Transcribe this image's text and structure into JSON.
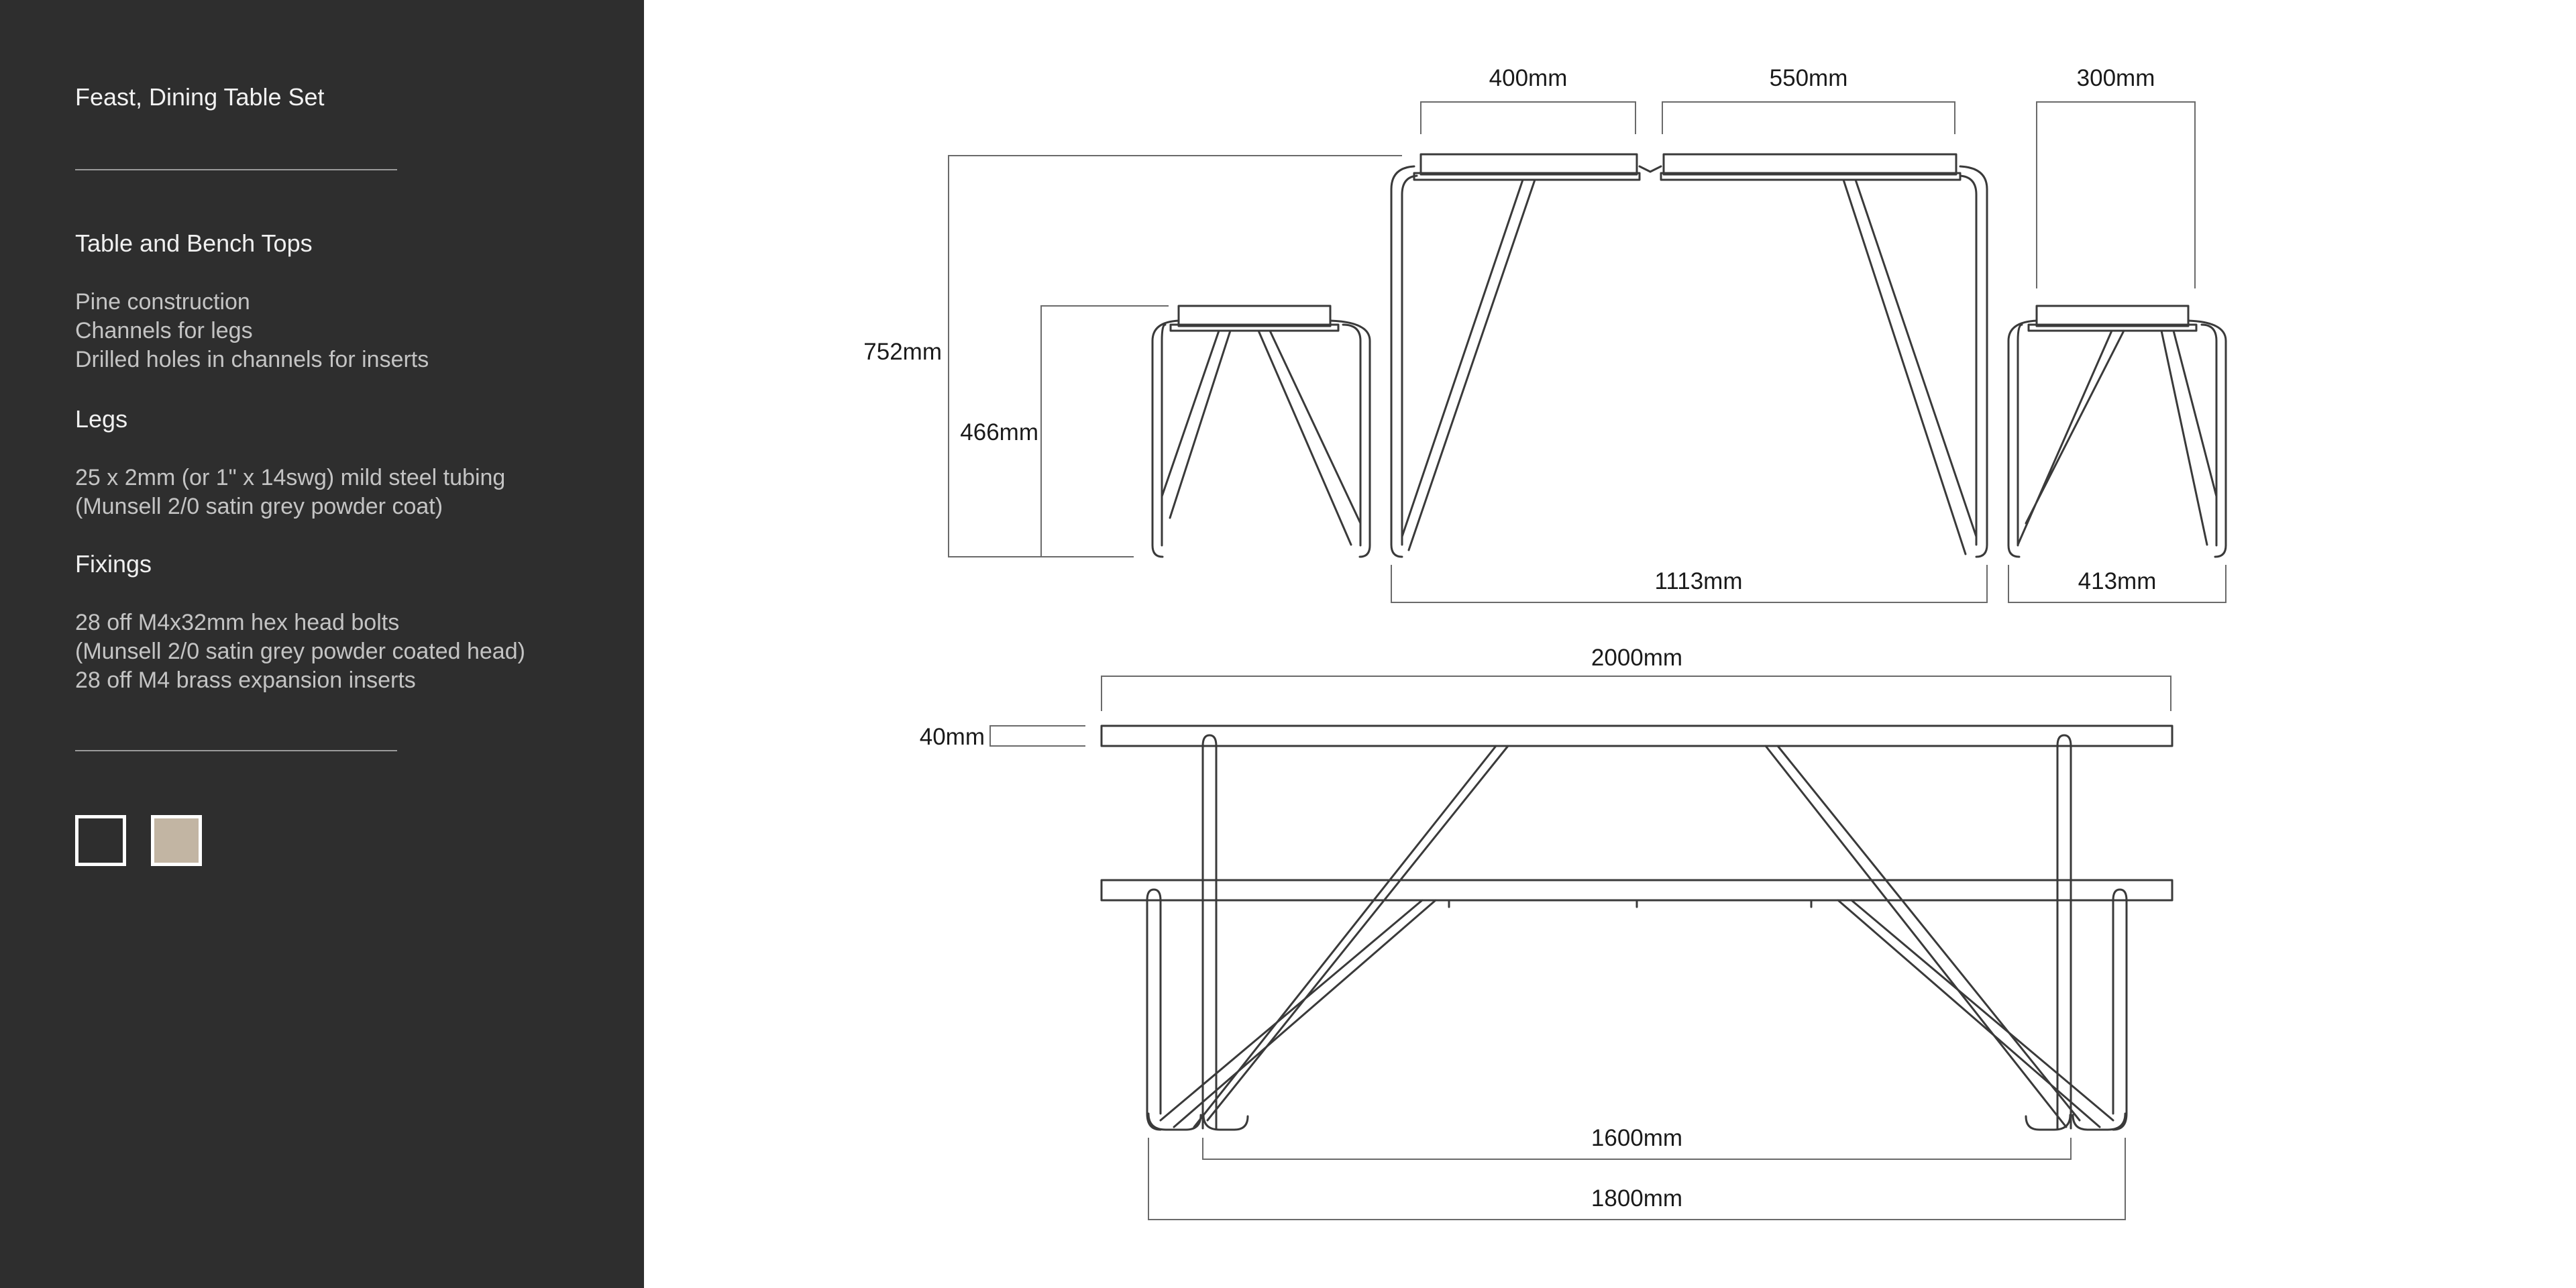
{
  "sidebar": {
    "title": "Feast, Dining Table Set",
    "sections": [
      {
        "heading": "Table and Bench Tops",
        "lines": [
          "Pine construction",
          "Channels for legs",
          "Drilled holes in channels for inserts"
        ]
      },
      {
        "heading": "Legs",
        "lines": [
          "25 x 2mm (or 1\" x 14swg) mild steel tubing",
          "(Munsell 2/0 satin grey powder coat)"
        ]
      },
      {
        "heading": "Fixings",
        "lines": [
          "28 off M4x32mm hex head bolts",
          "(Munsell 2/0 satin grey powder coated head)",
          "28 off M4 brass expansion inserts"
        ]
      }
    ],
    "swatches": [
      {
        "name": "dark-grey",
        "color": "#2e2e2e"
      },
      {
        "name": "pine",
        "color": "#c2b5a3"
      }
    ]
  },
  "dimensions": {
    "d400": "400mm",
    "d550": "550mm",
    "d300": "300mm",
    "d752": "752mm",
    "d466": "466mm",
    "d1113": "1113mm",
    "d413": "413mm",
    "d2000": "2000mm",
    "d40": "40mm",
    "d1600": "1600mm",
    "d1800": "1800mm"
  }
}
